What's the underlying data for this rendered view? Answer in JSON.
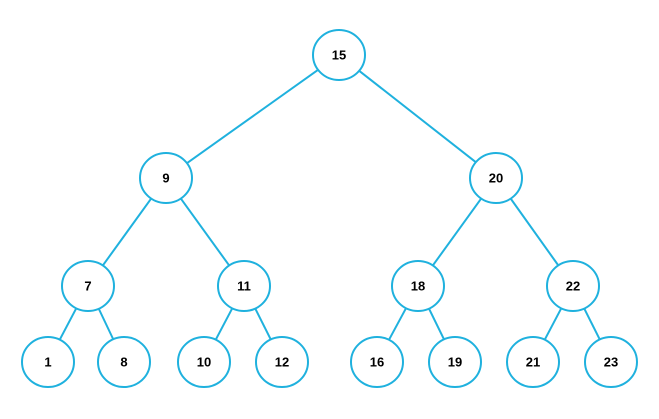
{
  "tree": {
    "colors": {
      "stroke": "#1fb1de",
      "fill": "#ffffff",
      "text": "#000000"
    },
    "nodes": [
      {
        "id": "n15",
        "label": "15"
      },
      {
        "id": "n9",
        "label": "9"
      },
      {
        "id": "n20",
        "label": "20"
      },
      {
        "id": "n7",
        "label": "7"
      },
      {
        "id": "n11",
        "label": "11"
      },
      {
        "id": "n18",
        "label": "18"
      },
      {
        "id": "n22",
        "label": "22"
      },
      {
        "id": "n1",
        "label": "1"
      },
      {
        "id": "n8",
        "label": "8"
      },
      {
        "id": "n10",
        "label": "10"
      },
      {
        "id": "n12",
        "label": "12"
      },
      {
        "id": "n16",
        "label": "16"
      },
      {
        "id": "n19",
        "label": "19"
      },
      {
        "id": "n21",
        "label": "21"
      },
      {
        "id": "n23",
        "label": "23"
      }
    ],
    "edges": [
      [
        "n15",
        "n9"
      ],
      [
        "n15",
        "n20"
      ],
      [
        "n9",
        "n7"
      ],
      [
        "n9",
        "n11"
      ],
      [
        "n20",
        "n18"
      ],
      [
        "n20",
        "n22"
      ],
      [
        "n7",
        "n1"
      ],
      [
        "n7",
        "n8"
      ],
      [
        "n11",
        "n10"
      ],
      [
        "n11",
        "n12"
      ],
      [
        "n18",
        "n16"
      ],
      [
        "n18",
        "n19"
      ],
      [
        "n22",
        "n21"
      ],
      [
        "n22",
        "n23"
      ]
    ]
  }
}
